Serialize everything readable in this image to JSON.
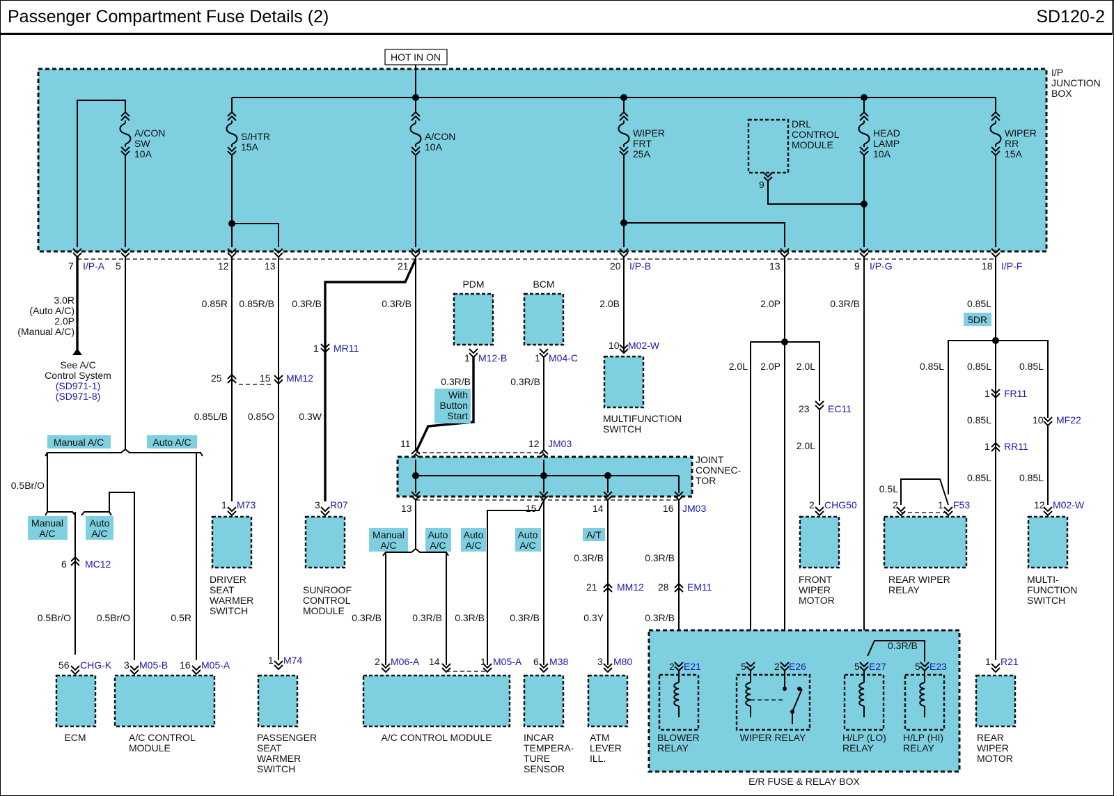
{
  "title": "Passenger Compartment Fuse Details (2)",
  "code": "SD120-2",
  "hot_label": "HOT IN ON",
  "ip_junction_box": "I/P JUNCTION BOX",
  "joint_connector": "JOINT CONNEC-TOR",
  "er_box": "E/R FUSE & RELAY BOX",
  "fuses": [
    {
      "id": "acon_sw",
      "lines": [
        "A/CON",
        "SW",
        "10A"
      ]
    },
    {
      "id": "shtr",
      "lines": [
        "S/HTR",
        "15A"
      ]
    },
    {
      "id": "acon",
      "lines": [
        "A/CON",
        "10A"
      ]
    },
    {
      "id": "wiper_frt",
      "lines": [
        "WIPER",
        "FRT",
        "25A"
      ]
    },
    {
      "id": "head_lamp",
      "lines": [
        "HEAD",
        "LAMP",
        "10A"
      ]
    },
    {
      "id": "wiper_rr",
      "lines": [
        "WIPER",
        "RR",
        "15A"
      ]
    }
  ],
  "drl_module": [
    "DRL",
    "CONTROL",
    "MODULE"
  ],
  "connectors": {
    "ipa": "I/P-A",
    "ipb": "I/P-B",
    "ipg": "I/P-G",
    "ipf": "I/P-F",
    "mr11": "MR11",
    "mm12": "MM12",
    "m12b": "M12-B",
    "m04c": "M04-C",
    "m02w": "M02-W",
    "ec11": "EC11",
    "fr11": "FR11",
    "mf22": "MF22",
    "rr11": "RR11",
    "jm03": "JM03",
    "mc12": "MC12",
    "m73": "M73",
    "r07": "R07",
    "chg50": "CHG50",
    "f53": "F53",
    "chgk": "CHG-K",
    "m05b": "M05-B",
    "m05a": "M05-A",
    "m74": "M74",
    "m06a": "M06-A",
    "m38": "M38",
    "m80": "M80",
    "em11": "EM11",
    "e21": "E21",
    "e26": "E26",
    "e27": "E27",
    "e23": "E23",
    "r21": "R21",
    "ddr": "5DR"
  },
  "pins": {
    "p7": "7",
    "p5": "5",
    "p12": "12",
    "p13": "13",
    "p21": "21",
    "p20": "20",
    "p13b": "13",
    "p9": "9",
    "p18": "18",
    "d9": "9",
    "mr1": "1",
    "m12b1": "1",
    "m04c1": "1",
    "m02w10": "10",
    "mm25": "25",
    "mm15": "15",
    "ec23": "23",
    "fr1": "1",
    "mf10": "10",
    "rr1": "1",
    "j11": "11",
    "j12": "12",
    "j13": "13",
    "j15": "15",
    "j14": "14",
    "j16": "16",
    "mc6": "6",
    "m73_1": "1",
    "r07_3": "3",
    "chg50_2": "2",
    "f53_2": "2",
    "f53_1": "1",
    "m02w12": "12",
    "chgk56": "56",
    "m05b3": "3",
    "m05a16": "16",
    "m74_1": "1",
    "m06a2": "2",
    "m06a14": "14",
    "m05a1": "1",
    "m38_6": "6",
    "mm21": "21",
    "em28": "28",
    "m80_3": "3",
    "e21_2": "2",
    "e26_5": "5",
    "e26_2": "2",
    "e27_5": "5",
    "e23_5": "5",
    "r21_1": "1"
  },
  "wires": {
    "w30r": "3.0R",
    "auto_ac_p": "(Auto A/C)",
    "w20p": "2.0P",
    "manual_ac_p": "(Manual A/C)",
    "w085r": "0.85R",
    "w085rb": "0.85R/B",
    "w03rb": "0.3R/B",
    "w20b": "2.0B",
    "w085l": "0.85L",
    "w085lb": "0.85L/B",
    "w085o": "0.85O",
    "w03w": "0.3W",
    "w20l": "2.0L",
    "w05bro": "0.5Br/O",
    "w05r": "0.5R",
    "w05l": "0.5L",
    "w03y": "0.3Y"
  },
  "see_ref": [
    "See A/C",
    "Control System",
    "(SD971-1)",
    "(SD971-8)"
  ],
  "options": {
    "manual": "Manual A/C",
    "auto": "Auto A/C",
    "manual_l1": "Manual",
    "manual_l2": "A/C",
    "auto_l1": "Auto",
    "auto_l2": "A/C",
    "at": "A/T"
  },
  "button_start": [
    "With",
    "Button",
    "Start"
  ],
  "modules": {
    "pdm": "PDM",
    "bcm": "BCM",
    "mfs": [
      "MULTIFUNCTION",
      "SWITCH"
    ],
    "driver_seat": [
      "DRIVER",
      "SEAT",
      "WARMER",
      "SWITCH"
    ],
    "sunroof": [
      "SUNROOF",
      "CONTROL",
      "MODULE"
    ],
    "front_wiper": [
      "FRONT",
      "WIPER",
      "MOTOR"
    ],
    "rear_wiper_relay": [
      "REAR WIPER",
      "RELAY"
    ],
    "multi_fn": [
      "MULTI-",
      "FUNCTION",
      "SWITCH"
    ],
    "ecm": "ECM",
    "ac_module_left": [
      "A/C CONTROL",
      "MODULE"
    ],
    "pass_seat": [
      "PASSENGER",
      "SEAT",
      "WARMER",
      "SWITCH"
    ],
    "ac_module": "A/C CONTROL MODULE",
    "incar": [
      "INCAR",
      "TEMPERA-",
      "TURE",
      "SENSOR"
    ],
    "atm": [
      "ATM",
      "LEVER",
      "ILL."
    ],
    "blower_relay": [
      "BLOWER",
      "RELAY"
    ],
    "wiper_relay": "WIPER RELAY",
    "hlp_lo": [
      "H/LP (LO)",
      "RELAY"
    ],
    "hlp_hi": [
      "H/LP (HI)",
      "RELAY"
    ],
    "rear_wiper_motor": [
      "REAR",
      "WIPER",
      "MOTOR"
    ]
  }
}
